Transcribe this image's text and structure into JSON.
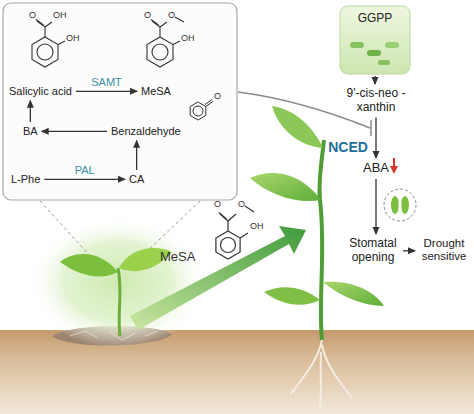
{
  "diagram": {
    "nodes": [
      {
        "text": [
          "Salicylic acid"
        ]
      },
      {
        "text": [
          "MeSA"
        ]
      },
      {
        "text": [
          "BA"
        ]
      },
      {
        "text": [
          "Benzaldehyde"
        ]
      },
      {
        "text": [
          "L-Phe"
        ]
      },
      {
        "text": [
          "CA"
        ]
      },
      {
        "text": [
          "GGPP"
        ]
      },
      {
        "text": [
          "9'-cis-neo -xanthin"
        ]
      },
      {
        "text": [
          "ABA"
        ]
      },
      {
        "text": [
          "Stomatal opening"
        ]
      },
      {
        "text": [
          "Drought sensitive"
        ]
      }
    ],
    "edges": [
      {
        "from": 0,
        "to": 1,
        "arrow": "to",
        "label": "SAMT"
      },
      {
        "from": 4,
        "to": 5,
        "arrow": "to",
        "label": "PAL"
      },
      {
        "from": 5,
        "to": 3,
        "arrow": "to"
      },
      {
        "from": 3,
        "to": 2,
        "arrow": "to"
      },
      {
        "from": 2,
        "to": 0,
        "arrow": "to"
      },
      {
        "from": 6,
        "to": 7,
        "arrow": "to"
      },
      {
        "from": 7,
        "to": 8,
        "arrow": "to",
        "label": "NCED"
      },
      {
        "from": 8,
        "to": 9,
        "arrow": "to"
      },
      {
        "from": 9,
        "to": 10,
        "arrow": "to"
      }
    ],
    "labels": [
      "O",
      "OH",
      "OH",
      "O",
      "O",
      "OH",
      "O",
      "MeSA",
      "O",
      "O",
      "OH"
    ]
  }
}
